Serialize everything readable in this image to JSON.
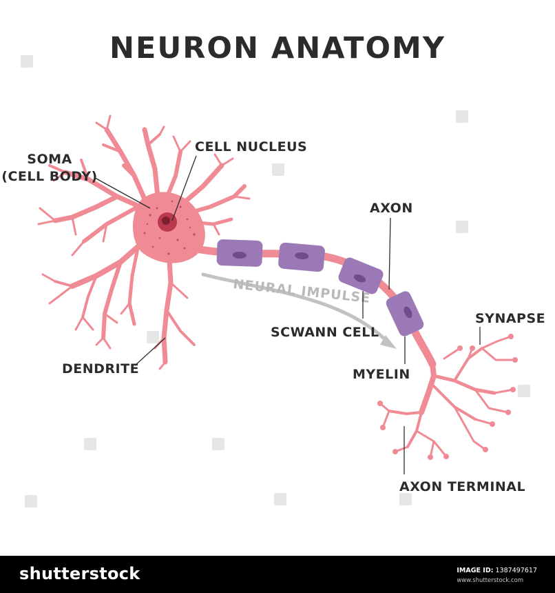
{
  "title": "NEURON ANATOMY",
  "labels": {
    "soma_line1": "SOMA",
    "soma_line2": "(CELL BODY)",
    "cell_nucleus": "CELL NUCLEUS",
    "axon": "AXON",
    "neural_impulse": "NEURAL IMPULSE",
    "synapse": "SYNAPSE",
    "scwann_cell": "SCWANN CELL",
    "dendrite": "DENDRITE",
    "myelin": "MYELIN",
    "axon_terminal": "AXON TERMINAL"
  },
  "footer": {
    "logo": "shutterstock",
    "image_id_label": "IMAGE ID:",
    "image_id": "1387497617",
    "site": "www.shutterstock.com"
  },
  "colors": {
    "neuron": "#f08a94",
    "neuron_dark": "#e4707c",
    "nucleus": "#b83a4c",
    "myelin": "#9b79b6",
    "myelin_dark": "#7d5a9a",
    "text": "#2b2b2b",
    "footer_bg": "#000000"
  }
}
